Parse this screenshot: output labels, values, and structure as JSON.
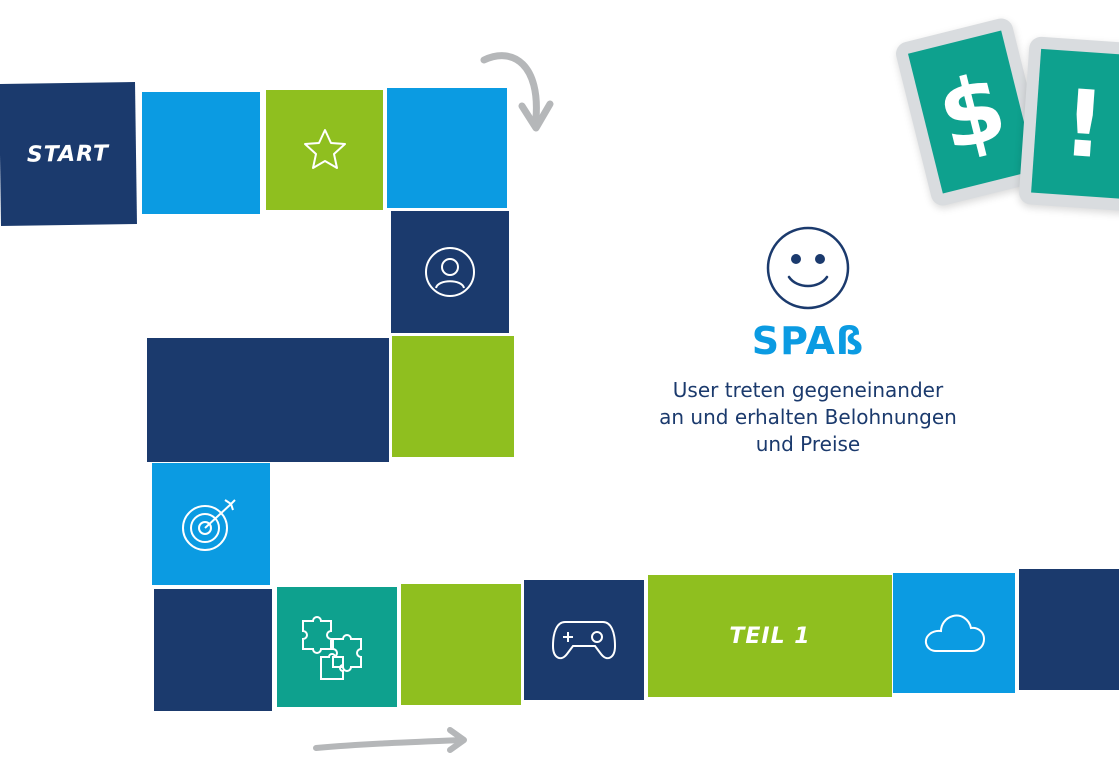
{
  "board": {
    "start_label": "START",
    "part_label": "TEIL 1"
  },
  "feature": {
    "title": "SPAß",
    "description_line1": "User treten gegeneinander",
    "description_line2": "an und erhalten Belohnungen",
    "description_line3": "und Preise",
    "icon": "smiley-icon"
  },
  "cards": [
    {
      "symbol": "$",
      "icon": "dollar-card"
    },
    {
      "symbol": "!",
      "icon": "exclamation-card"
    }
  ],
  "colors": {
    "navy": "#1b3a6d",
    "blue": "#0b9be2",
    "green": "#8fbf1f",
    "teal": "#0ea18e",
    "arrow_gray": "#b5b7b9"
  }
}
